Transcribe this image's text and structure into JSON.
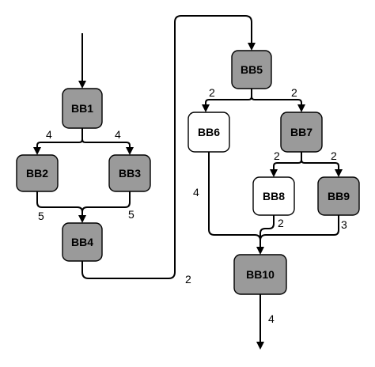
{
  "colors": {
    "shaded": "#9a9a9a",
    "plain": "#ffffff",
    "stroke": "#000000"
  },
  "nodes": {
    "bb1": {
      "label": "BB1",
      "fill": "shaded"
    },
    "bb2": {
      "label": "BB2",
      "fill": "shaded"
    },
    "bb3": {
      "label": "BB3",
      "fill": "shaded"
    },
    "bb4": {
      "label": "BB4",
      "fill": "shaded"
    },
    "bb5": {
      "label": "BB5",
      "fill": "shaded"
    },
    "bb6": {
      "label": "BB6",
      "fill": "plain"
    },
    "bb7": {
      "label": "BB7",
      "fill": "shaded"
    },
    "bb8": {
      "label": "BB8",
      "fill": "plain"
    },
    "bb9": {
      "label": "BB9",
      "fill": "shaded"
    },
    "bb10": {
      "label": "BB10",
      "fill": "shaded"
    }
  },
  "edges": {
    "bb1_bb2": "4",
    "bb1_bb3": "4",
    "bb2_bb4": "5",
    "bb3_bb4": "5",
    "bb4_bb5": "2",
    "bb5_bb6": "2",
    "bb5_bb7": "2",
    "bb7_bb8": "2",
    "bb7_bb9": "2",
    "bb6_bb10": "4",
    "bb8_bb10": "2",
    "bb9_bb10": "3",
    "bb10_exit": "4"
  }
}
